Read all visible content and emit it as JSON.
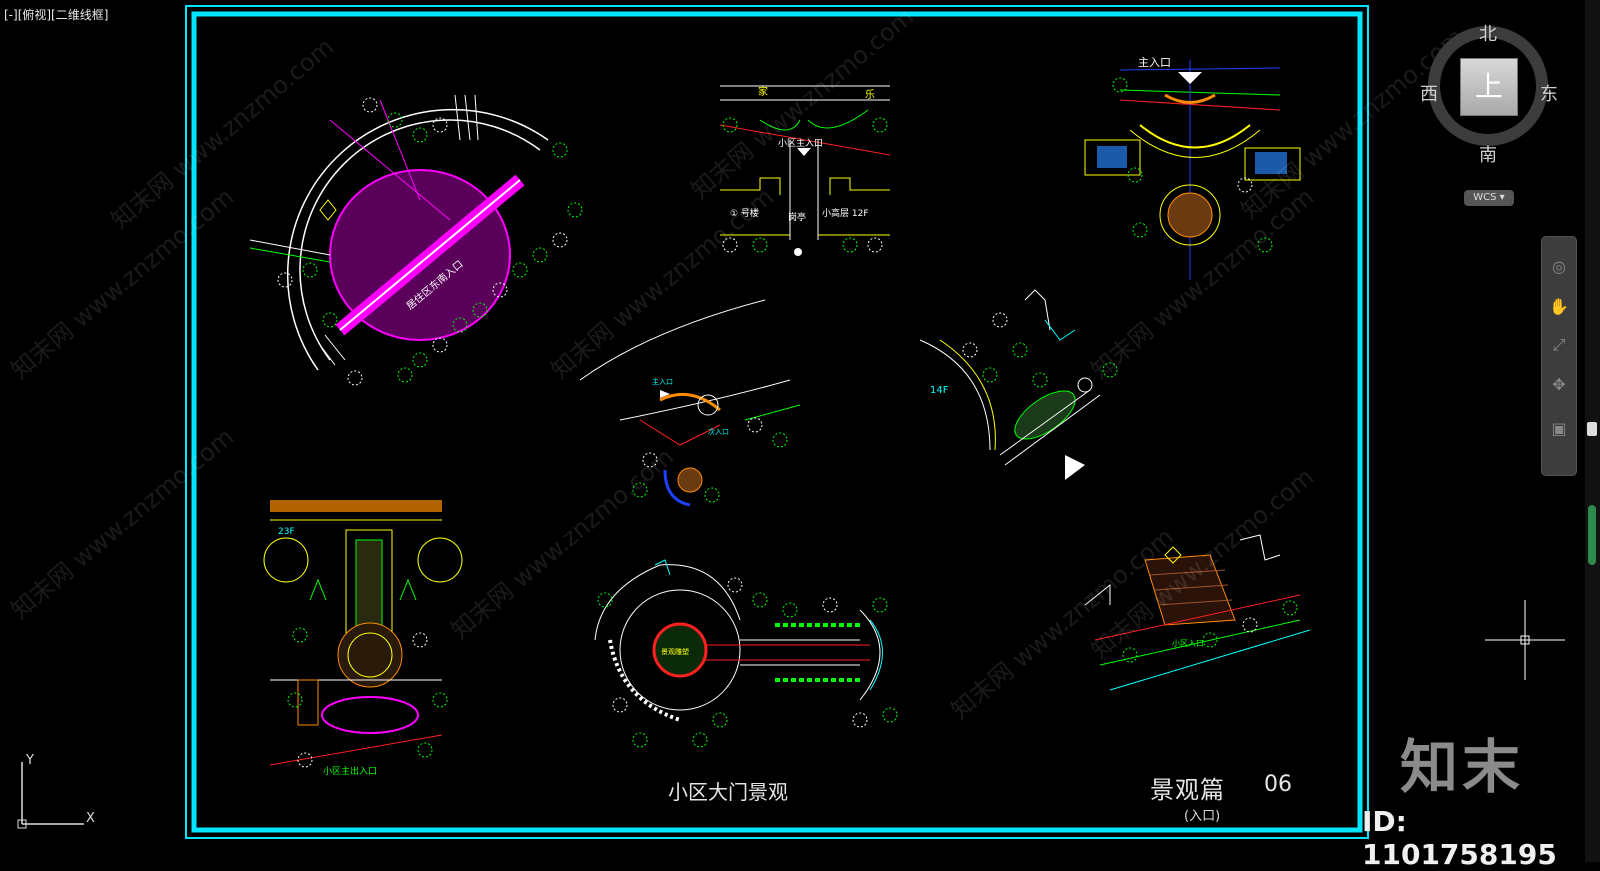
{
  "viewport": {
    "label": "[-][俯视][二维线框]"
  },
  "viewcube": {
    "north": "北",
    "south": "南",
    "east": "东",
    "west": "西",
    "top_face": "上",
    "wcs_label": "WCS"
  },
  "drawing": {
    "main_title": "小区大门景观",
    "sheet_title": "景观篇",
    "sheet_number": "06",
    "sheet_subtitle": "(入口)",
    "labels": {
      "main_entrance_top": "主入口",
      "residential_main_entrance": "小区主入口",
      "building_1": "① 号楼",
      "building_label": "小高层 12F",
      "guard": "岗亭",
      "home_left": "家",
      "home_right": "乐",
      "floors_14": "14F",
      "floors_23": "23F",
      "main_exit_entrance": "小区主出入口",
      "entrance_small": "小区入口",
      "diagonal_entrance": "居住区东南入口",
      "main_entrance_mid": "主入口",
      "secondary_entrance": "次入口",
      "center_label": "景观雕塑"
    },
    "colors": {
      "frame": "#00e5ff",
      "magenta": "#ff00ff",
      "yellow": "#ffff00",
      "green": "#00ff00",
      "red": "#ff2020",
      "blue": "#2040ff",
      "white": "#ffffff",
      "cyan": "#00ffff",
      "orange": "#ff8c00"
    }
  },
  "watermark": {
    "logo": "知末",
    "id": "ID: 1101758195",
    "tile_text": "知末网 www.znzmo.com"
  }
}
